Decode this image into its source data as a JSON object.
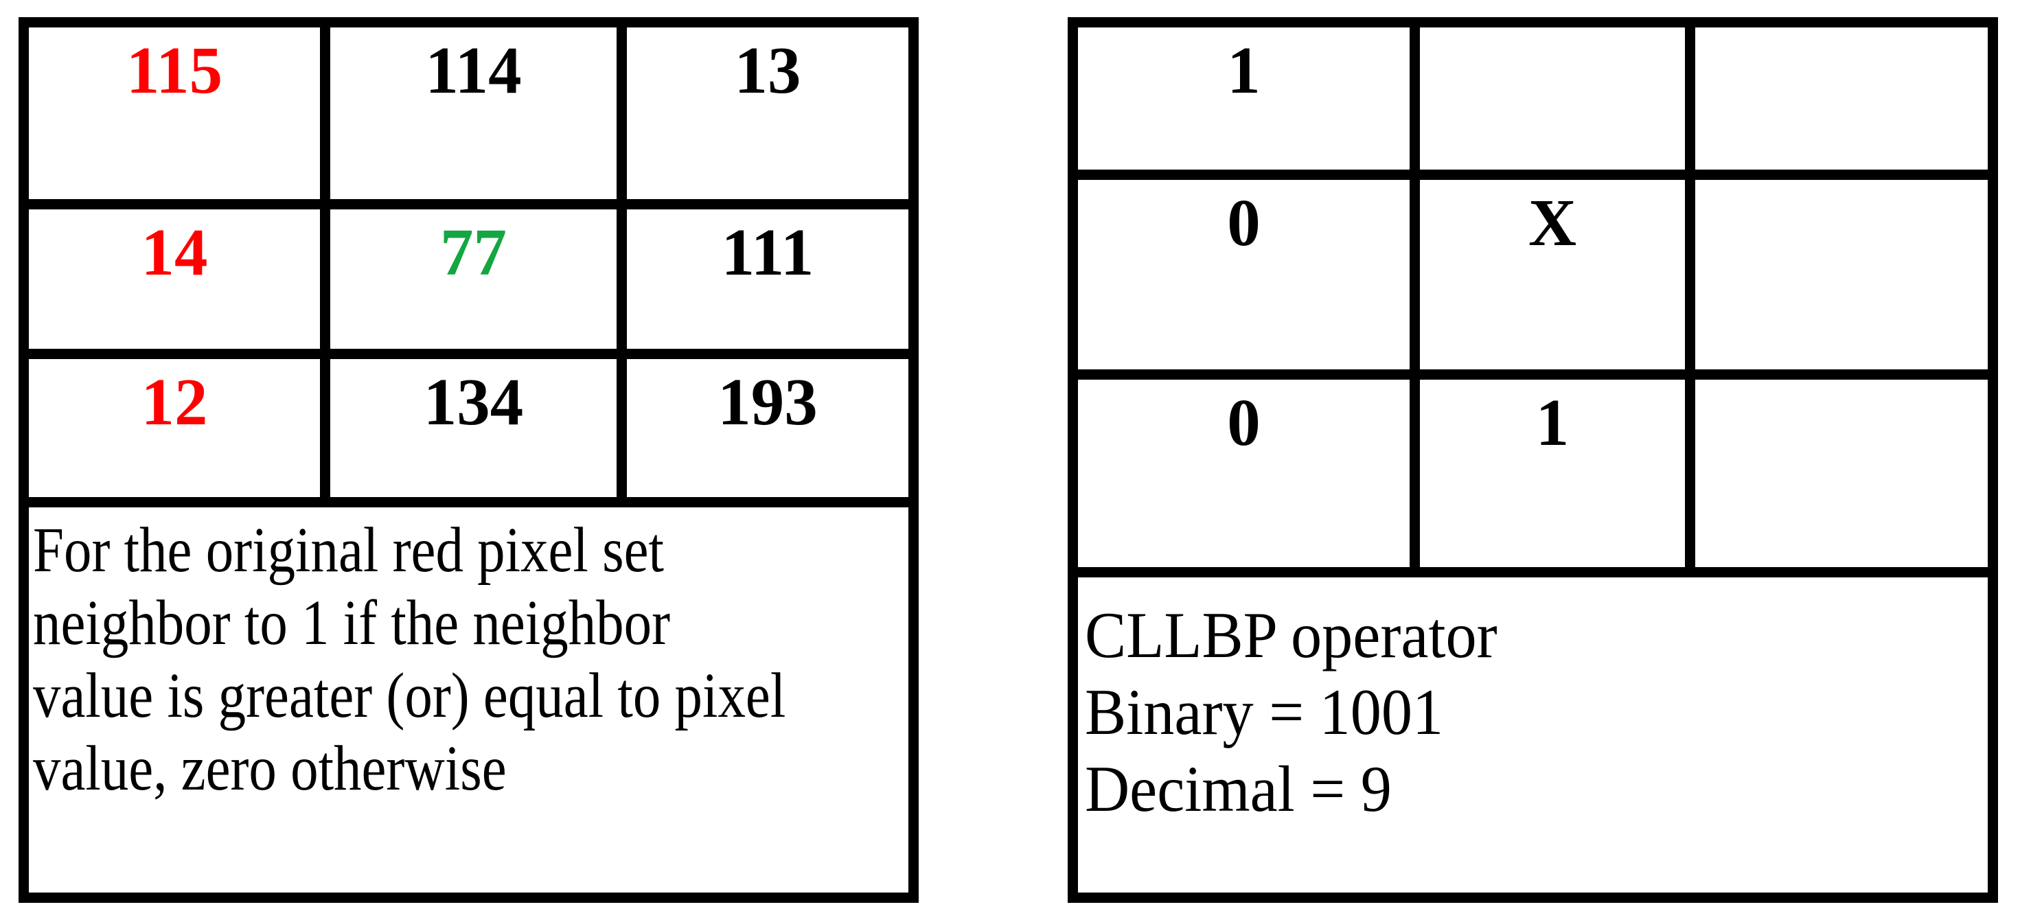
{
  "colors": {
    "red": "#FF0000",
    "green": "#13A642",
    "black": "#000000",
    "border": "#000000",
    "background": "#FFFFFF"
  },
  "left_panel": {
    "grid_rows": [
      [
        {
          "v": "115",
          "c": "red"
        },
        {
          "v": "114",
          "c": "black"
        },
        {
          "v": "13",
          "c": "black"
        }
      ],
      [
        {
          "v": "14",
          "c": "red"
        },
        {
          "v": "77",
          "c": "green"
        },
        {
          "v": "111",
          "c": "black"
        }
      ],
      [
        {
          "v": "12",
          "c": "red"
        },
        {
          "v": "134",
          "c": "black"
        },
        {
          "v": "193",
          "c": "black"
        }
      ]
    ],
    "caption_lines": [
      "For the original red pixel set",
      "neighbor to 1 if the neighbor",
      "value is greater (or) equal to pixel",
      "value, zero otherwise"
    ]
  },
  "right_panel": {
    "grid_rows": [
      [
        "1",
        "",
        ""
      ],
      [
        "0",
        "X",
        ""
      ],
      [
        "0",
        "1",
        ""
      ]
    ],
    "caption_lines": [
      "CLLBP operator",
      "Binary = 1001",
      "Decimal = 9"
    ]
  }
}
